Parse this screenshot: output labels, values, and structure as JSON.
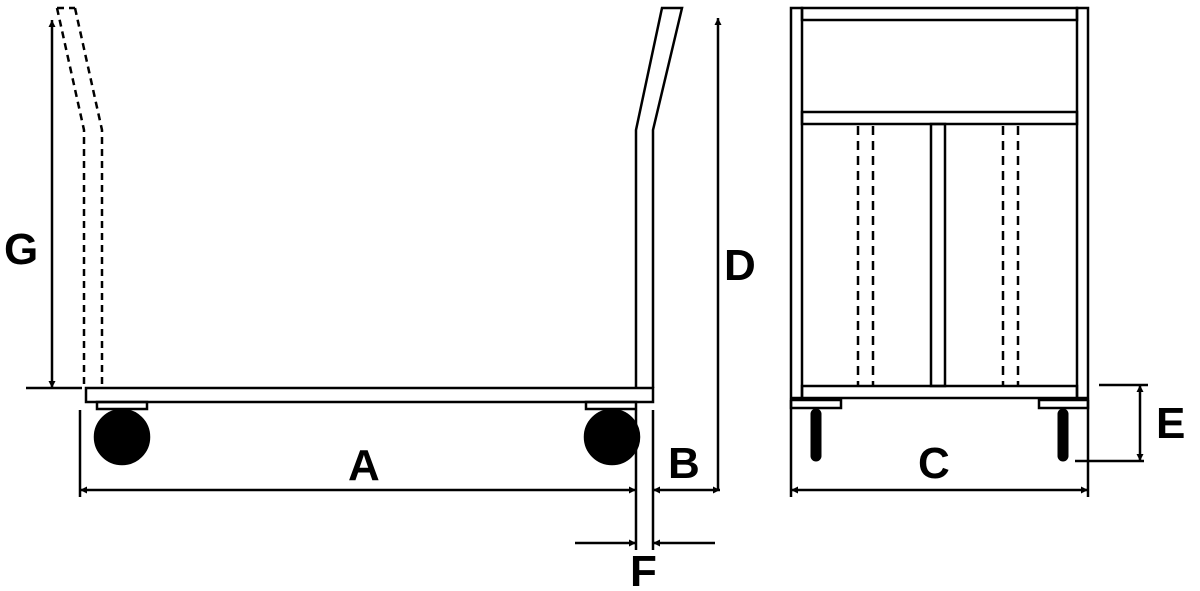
{
  "labels": {
    "A": "A",
    "B": "B",
    "C": "C",
    "D": "D",
    "E": "E",
    "F": "F",
    "G": "G"
  },
  "colors": {
    "line": "#000000",
    "background": "#ffffff"
  }
}
